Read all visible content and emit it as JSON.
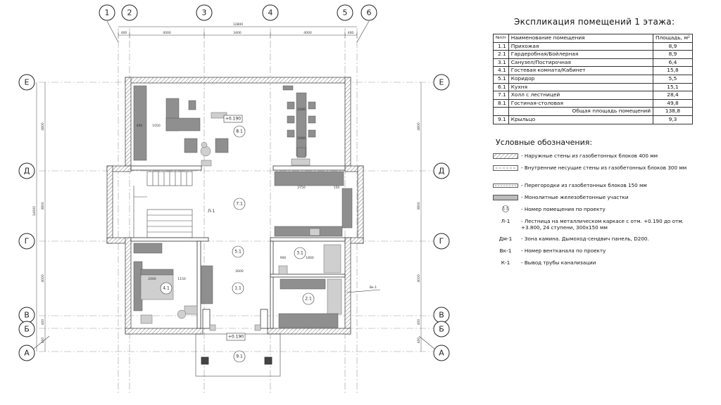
{
  "plan": {
    "axes_vertical": [
      "1",
      "2",
      "3",
      "4",
      "5",
      "6"
    ],
    "axes_horizontal": [
      "Е",
      "Д",
      "Г",
      "В",
      "Б",
      "А"
    ],
    "dimensions_top_overall": "12800",
    "dimensions_top": [
      "400",
      "4000",
      "3400",
      "4000",
      "400"
    ],
    "dimensions_left_overall": "14000",
    "dimensions_left": [
      "4800",
      "3800",
      "4000",
      "400",
      "400"
    ],
    "dimensions_right": [
      "4800",
      "3800",
      "4000",
      "400",
      "400"
    ],
    "room_numbers": [
      "8.1",
      "7.1",
      "5.1",
      "3.1",
      "1.1",
      "4.1",
      "2.1",
      "9.1"
    ],
    "level_marks": [
      "+0.190",
      "+0.190"
    ],
    "interior_dims": [
      "1050",
      "400",
      "2750",
      "150",
      "1800",
      "1150",
      "2000",
      "2600",
      "900",
      "1000",
      "2000"
    ],
    "stair_label": "Л-1",
    "vent_label": "Вк-1"
  },
  "explication": {
    "title": "Экспликация помещений 1 этажа:",
    "headers": {
      "num": "№п/п",
      "name": "Наименование помещения",
      "area": "Площадь, м²"
    },
    "rows": [
      {
        "num": "1.1",
        "name": "Прихожая",
        "area": "8,9"
      },
      {
        "num": "2.1",
        "name": "Гардеробная/Бойлерная",
        "area": "8,9"
      },
      {
        "num": "3.1",
        "name": "Санузел/Постирочная",
        "area": "6,4"
      },
      {
        "num": "4.1",
        "name": "Гостевая комната/Кабинет",
        "area": "15,8"
      },
      {
        "num": "5.1",
        "name": "Коридор",
        "area": "5,5"
      },
      {
        "num": "6.1",
        "name": "Кухня",
        "area": "15,1"
      },
      {
        "num": "7.1",
        "name": "Холл с лестницей",
        "area": "28,4"
      },
      {
        "num": "8.1",
        "name": "Гостиная-столовая",
        "area": "49,8"
      }
    ],
    "total_label": "Общая площадь помещений",
    "total_area": "138,8",
    "extra_row": {
      "num": "9.1",
      "name": "Крыльцо",
      "area": "9,3"
    }
  },
  "legend": {
    "title": "Условные обозначения:",
    "items": [
      {
        "key": "",
        "text": "- Наружные стены из газобетонных блоков 400 мм"
      },
      {
        "key": "",
        "text": "- Внутренние несущие стены из газобетонных блоков 300 мм"
      },
      {
        "key": "",
        "text": "- Перегородки из газобетонных блоков 150 мм"
      },
      {
        "key": "",
        "text": "- Монолитные железобетонные участки"
      },
      {
        "key": "1.1",
        "text": "- Номер помещения по проекту"
      },
      {
        "key": "Л-1",
        "text": "- Лестница на металлическом каркасе с отм. +0.190 до отм. +3.800, 24 ступени, 300х150 мм"
      },
      {
        "key": "Дм-1",
        "text": "- Зона камина. Дымоход-сендвич панель, D200."
      },
      {
        "key": "Вк-1",
        "text": "- Номер вентканала по проекту"
      },
      {
        "key": "К-1",
        "text": "- Вывод трубы канализации"
      }
    ]
  }
}
